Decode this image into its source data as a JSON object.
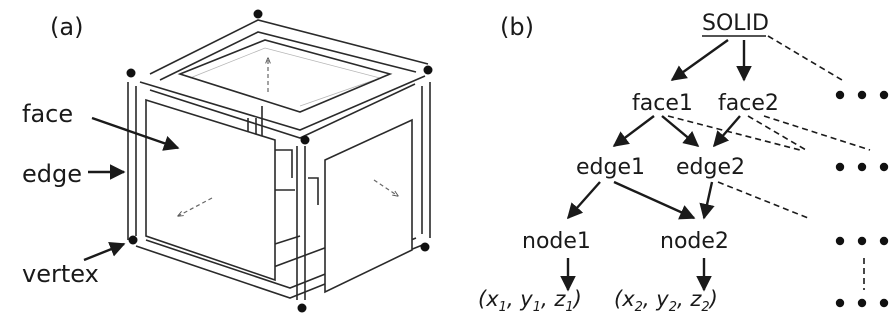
{
  "panel_a": {
    "label": "(a)",
    "callouts": {
      "face": "face",
      "edge": "edge",
      "vertex": "vertex"
    }
  },
  "panel_b": {
    "label": "(b)",
    "root": "SOLID",
    "faces": [
      "face1",
      "face2"
    ],
    "edges": [
      "edge1",
      "edge2"
    ],
    "nodes": [
      "node1",
      "node2"
    ],
    "coords": [
      {
        "open": "(",
        "x": "x",
        "xs": "1",
        "y": "y",
        "ys": "1",
        "z": "z",
        "zs": "1",
        "close": ")"
      },
      {
        "open": "(",
        "x": "x",
        "xs": "2",
        "y": "y",
        "ys": "2",
        "z": "z",
        "zs": "2",
        "close": ")"
      }
    ]
  }
}
